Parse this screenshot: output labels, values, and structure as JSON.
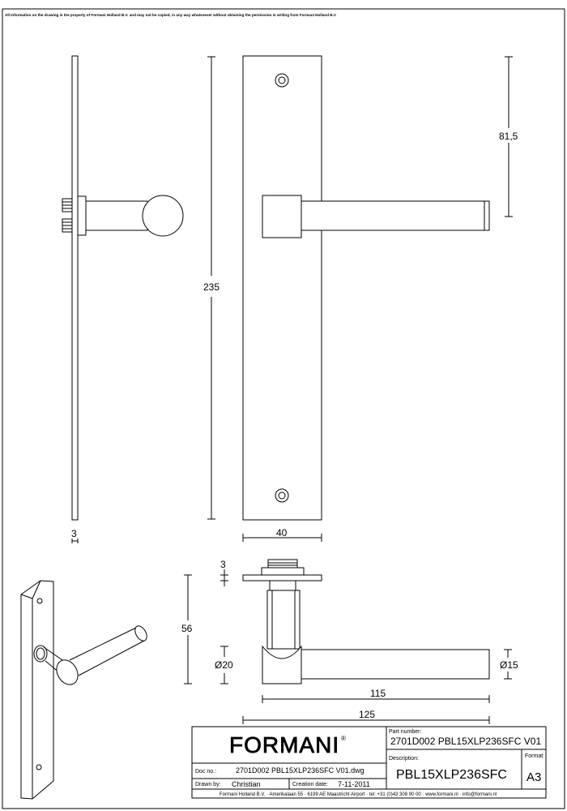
{
  "disclaimer": "All information on the drawing is the property of Formani Holland B.V. and may not be copied, in any way whatsoever without obtaining the permission in writing from Formani Holland B.V",
  "dimensions": {
    "height_total": "235",
    "top_to_lever": "81,5",
    "plate_thickness": "3",
    "plate_width": "40",
    "rosette_thickness": "3",
    "depth": "56",
    "rose_diameter": "Ø20",
    "lever_diameter": "Ø15",
    "lever_length_inner": "115",
    "lever_length_total": "125"
  },
  "title_block": {
    "brand": "FORMANI",
    "registered_mark": "®",
    "part_number_label": "Part number:",
    "part_number": "2701D002 PBL15XLP236SFC V01",
    "doc_no_label": "Doc no.:",
    "doc_no": "2701D002 PBL15XLP236SFC V01.dwg",
    "description_label": "Description:",
    "description": "PBL15XLP236SFC",
    "format_label": "Format:",
    "format": "A3",
    "drawn_by_label": "Drawn by:",
    "drawn_by": "Christian",
    "creation_date_label": "Creation date:",
    "creation_date": "7-11-2011",
    "footer": "Formani Holland B.V. · Amerikalaan 55 · 6199 AE Maastricht Airport · tel: +31 (0)43 308 90 00 · www.formani.nl · info@formani.nl"
  }
}
